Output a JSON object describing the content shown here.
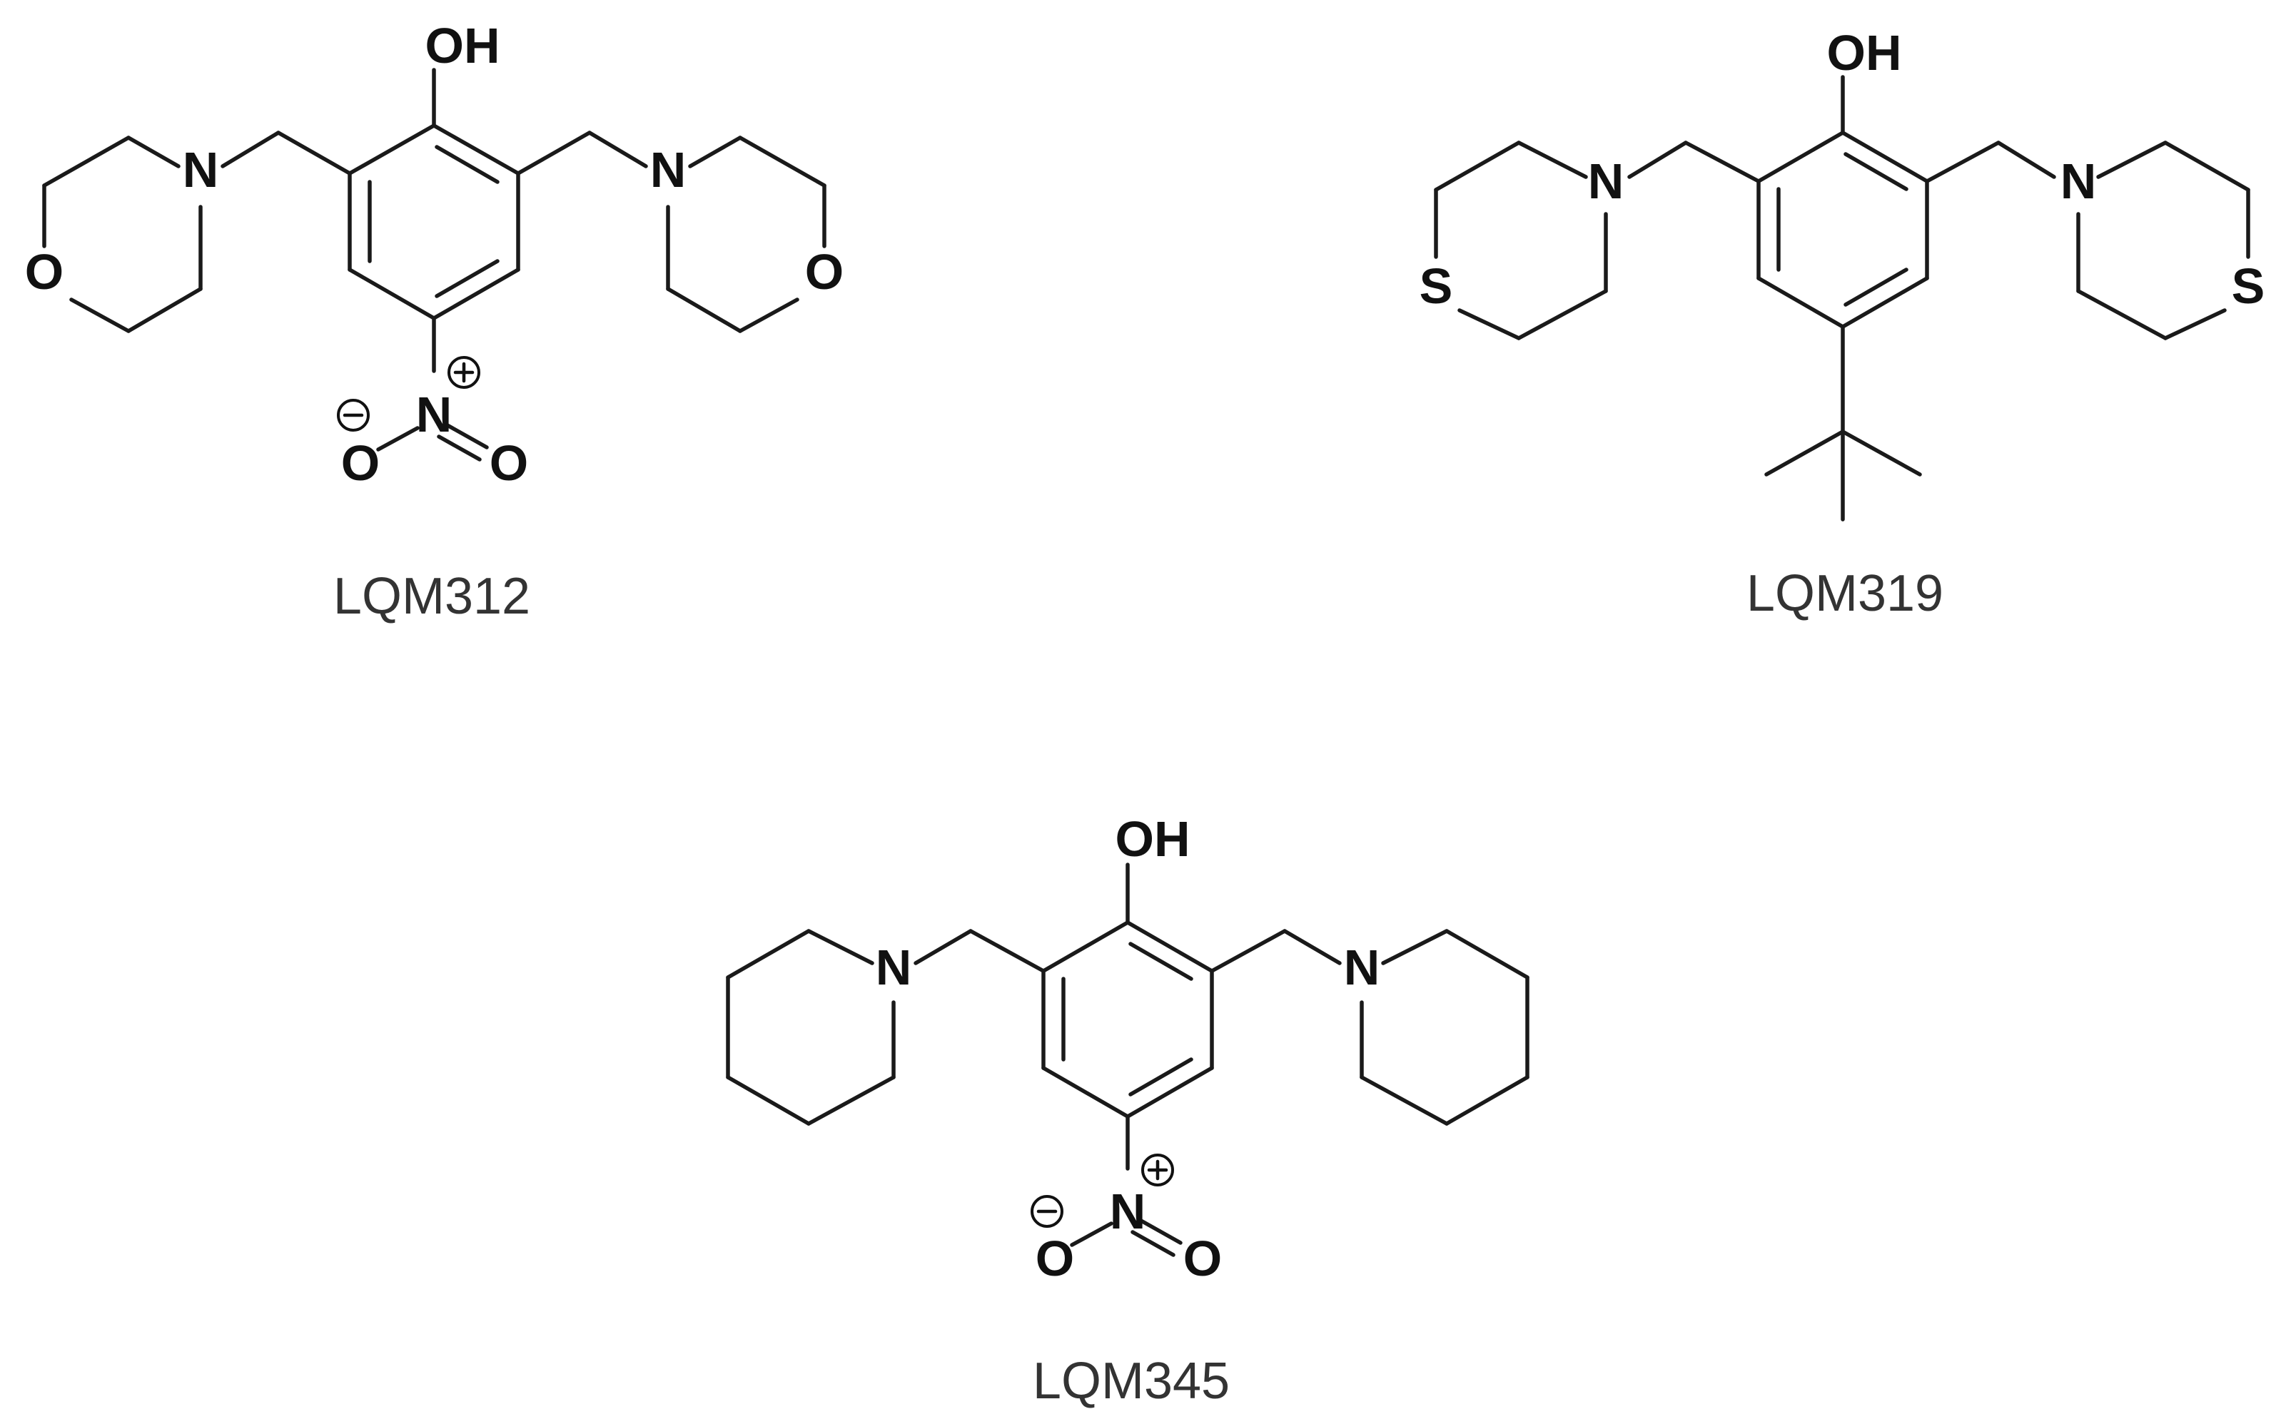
{
  "compounds": [
    {
      "id": "lqm312",
      "name": "LQM312",
      "para_group": "nitro",
      "ring_type": "morpholine",
      "atoms": {
        "hydroxyl": "OH",
        "amine_left": "N",
        "amine_right": "N",
        "hetero_left": "O",
        "hetero_right": "O",
        "nitro_n": "N",
        "nitro_o_minus": "O",
        "nitro_o_double": "O"
      },
      "charges": {
        "nitro_n": "+",
        "nitro_o_minus": "−"
      }
    },
    {
      "id": "lqm319",
      "name": "LQM319",
      "para_group": "tert-butyl",
      "ring_type": "thiomorpholine",
      "atoms": {
        "hydroxyl": "OH",
        "amine_left": "N",
        "amine_right": "N",
        "hetero_left": "S",
        "hetero_right": "S"
      }
    },
    {
      "id": "lqm345",
      "name": "LQM345",
      "para_group": "nitro",
      "ring_type": "piperidine",
      "atoms": {
        "hydroxyl": "OH",
        "amine_left": "N",
        "amine_right": "N",
        "nitro_n": "N",
        "nitro_o_minus": "O",
        "nitro_o_double": "O"
      },
      "charges": {
        "nitro_n": "+",
        "nitro_o_minus": "−"
      }
    }
  ]
}
